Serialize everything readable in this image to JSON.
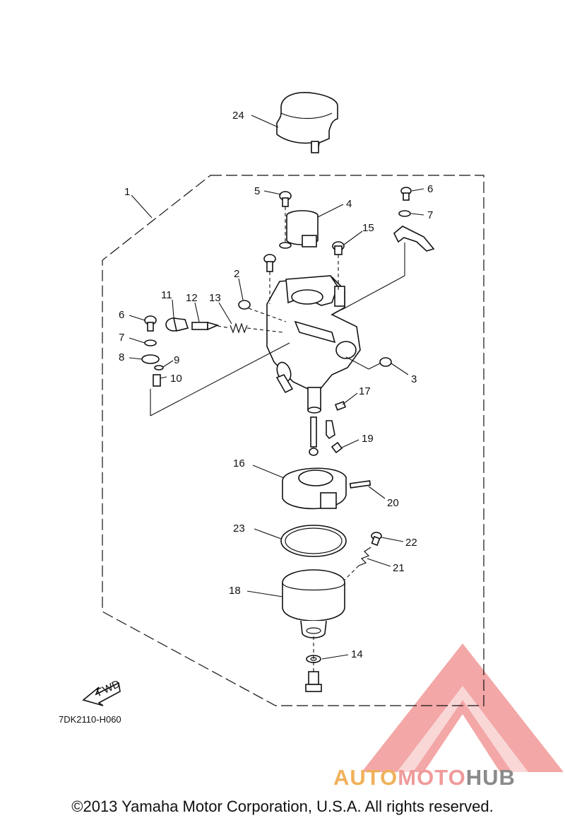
{
  "diagram": {
    "drawing_code": "7DK2110-H060",
    "copyright": "©2013 Yamaha Motor Corporation, U.S.A. All rights reserved.",
    "fwd_label": "FWD",
    "watermark": {
      "part1": "AUTO",
      "part2": "MOTO",
      "part3": "HUB",
      "color_red": "#f08a8a",
      "color_orange": "#f0b15a",
      "color_gray": "#8a8a8a"
    },
    "callouts": {
      "c1": "1",
      "c2": "2",
      "c3": "3",
      "c4": "4",
      "c5": "5",
      "c6a": "6",
      "c6b": "6",
      "c7a": "7",
      "c7b": "7",
      "c8": "8",
      "c9": "9",
      "c10": "10",
      "c11": "11",
      "c12": "12",
      "c13": "13",
      "c14": "14",
      "c15": "15",
      "c16": "16",
      "c17": "17",
      "c18": "18",
      "c19": "19",
      "c20": "20",
      "c21": "21",
      "c22": "22",
      "c23": "23",
      "c24": "24"
    }
  }
}
